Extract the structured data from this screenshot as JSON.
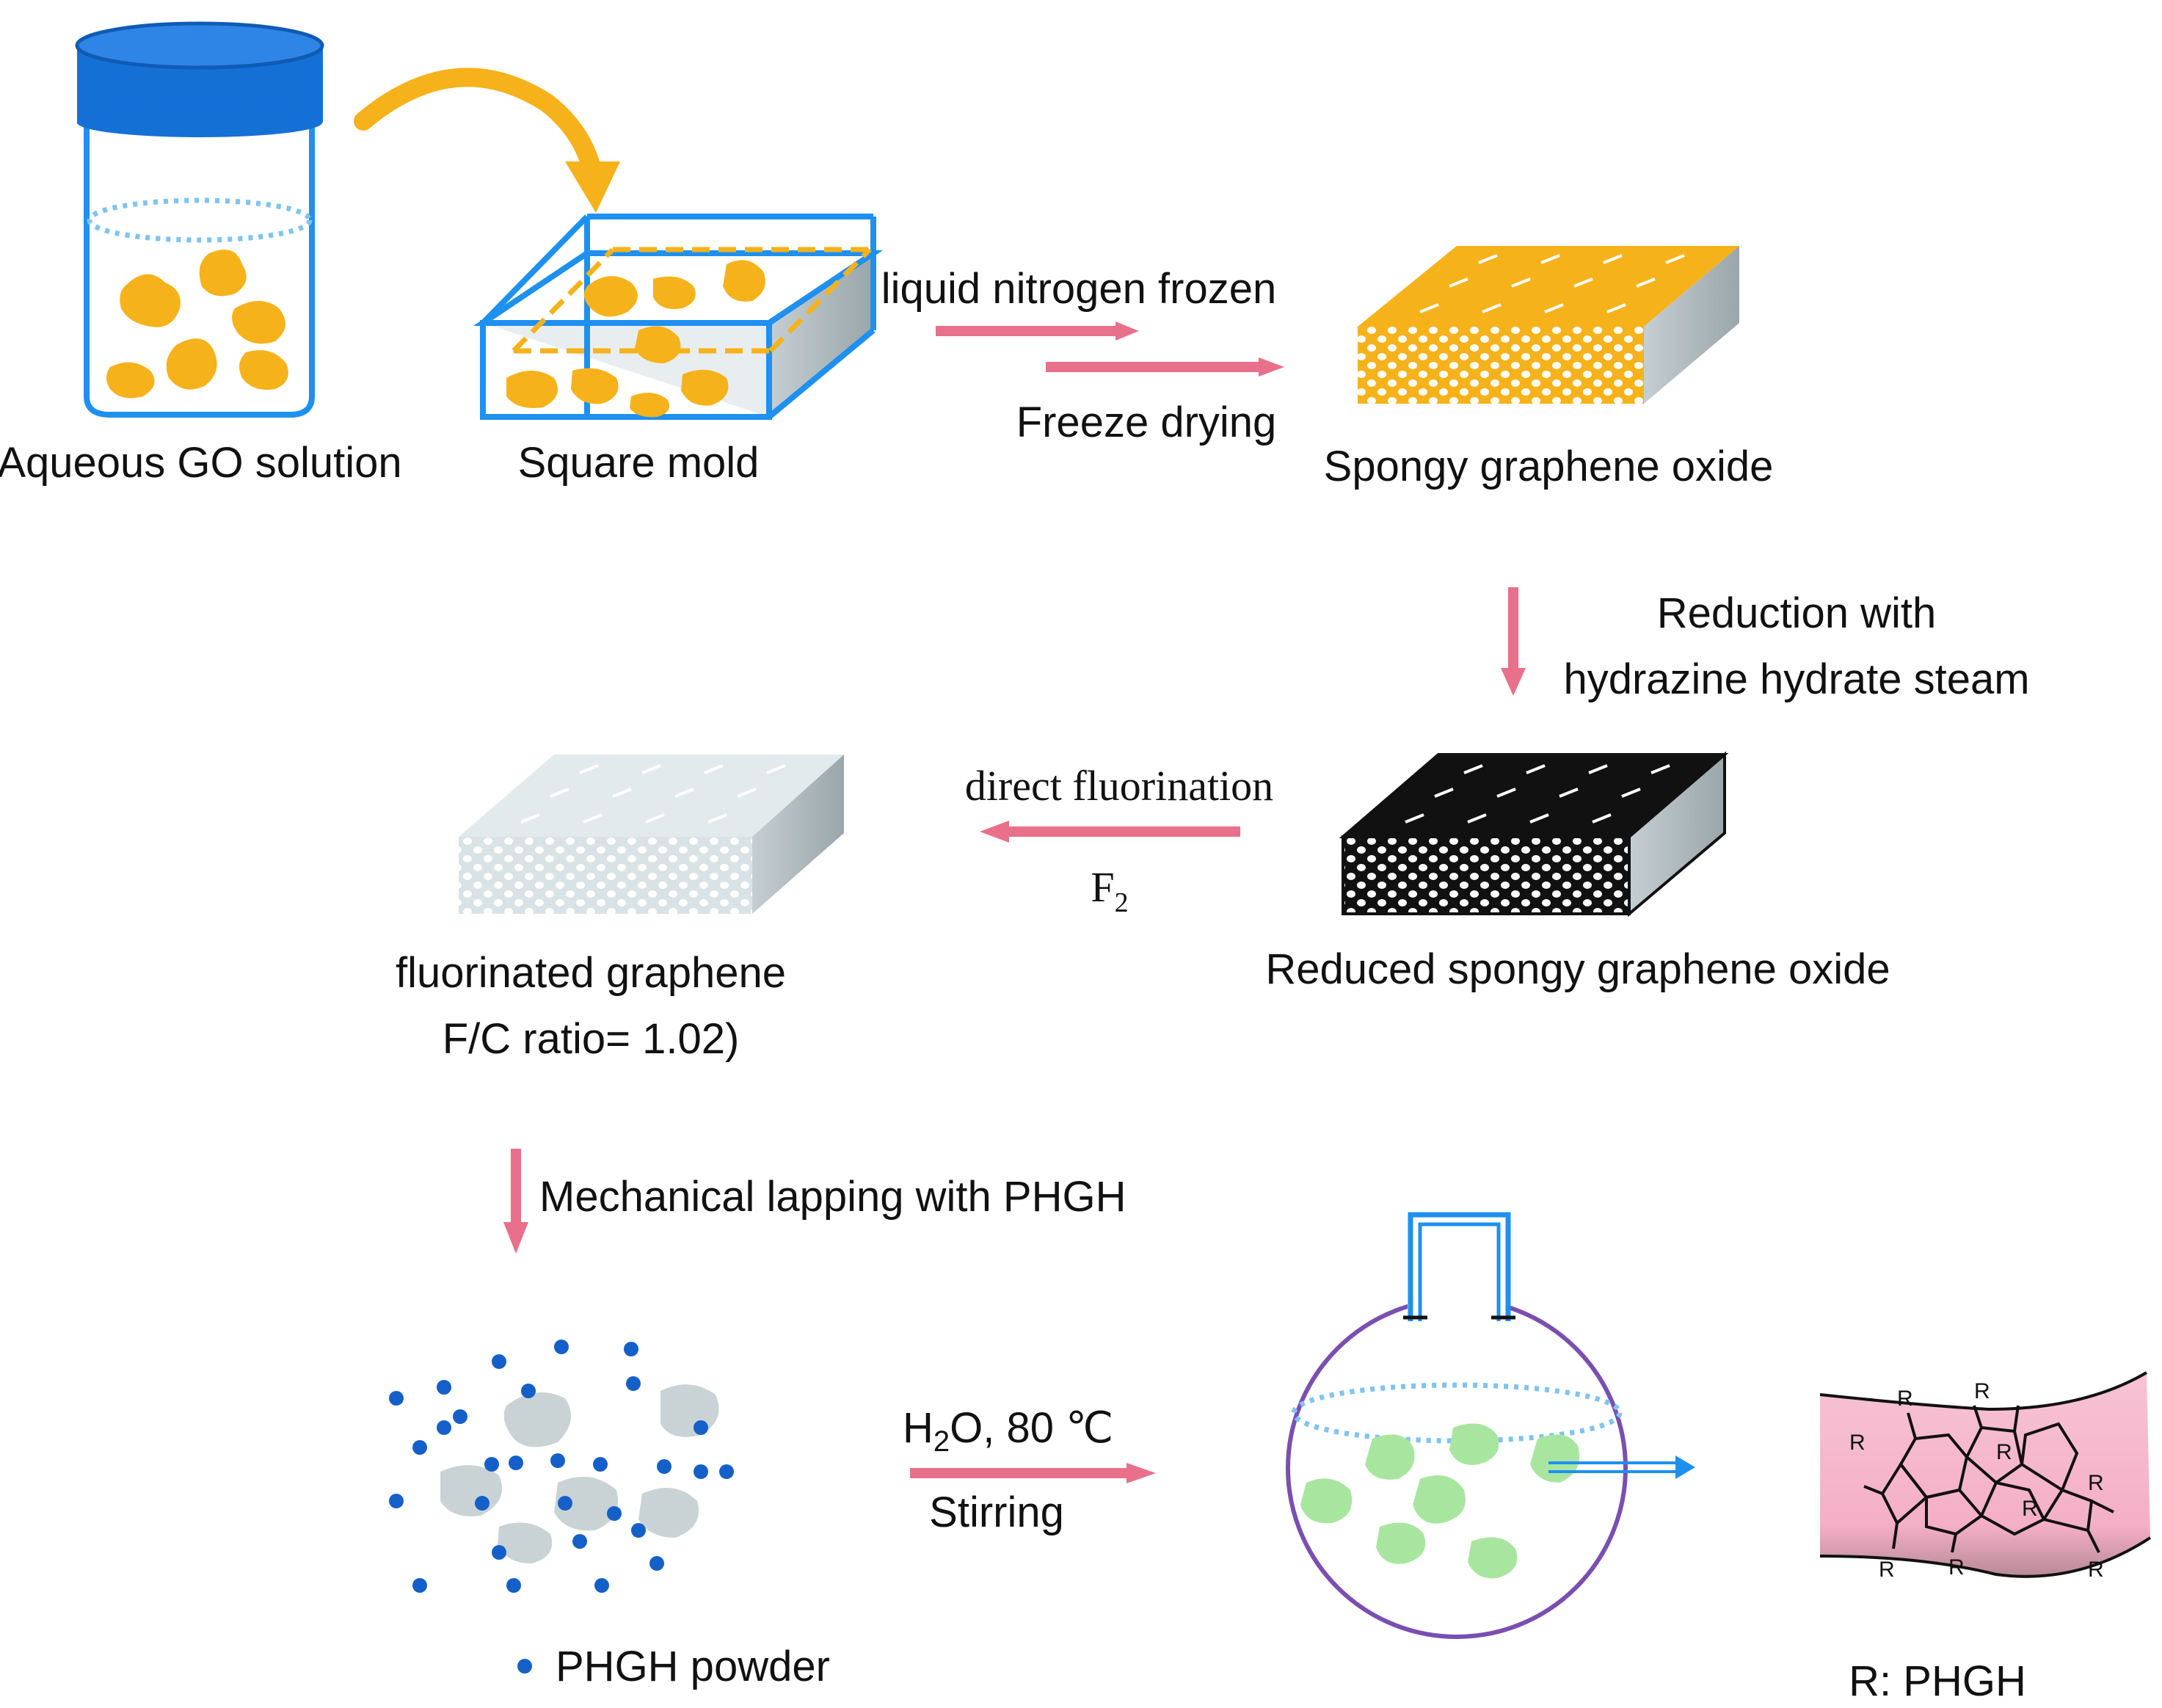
{
  "labels": {
    "aqueous_go": "Aqueous GO solution",
    "square_mold": "Square mold",
    "spongy_go": "Spongy graphene oxide",
    "reduced_spongy_go": "Reduced spongy graphene oxide",
    "fluorinated_line1": "fluorinated graphene",
    "fluorinated_line2": "F/C ratio= 1.02)",
    "phgh_powder": "PHGH powder",
    "r_phgh": "R: PHGH"
  },
  "steps": {
    "liquid_nitrogen": "liquid nitrogen frozen",
    "freeze_drying": "Freeze drying",
    "reduction_line1": "Reduction with",
    "reduction_line2": "hydrazine hydrate steam",
    "direct_fluorination": "direct fluorination",
    "f2_base": "F",
    "f2_sub": "2",
    "mech_lapping": "Mechanical lapping with  PHGH",
    "h2o_h": "H",
    "h2o_sub": "2",
    "h2o_rest": "O, 80 ℃",
    "stirring": "Stirring"
  },
  "structure": {
    "r_symbol": "R"
  },
  "colors": {
    "go_orange": "#F6B21B",
    "mold_blue": "#1E90F0",
    "cap_blue": "#1570D6",
    "arrow_pink": "#E8708A",
    "green_flake": "#A8E6A0",
    "grey_flake": "#C9D3D6",
    "dot_blue": "#1560C8",
    "sheet_pink": "#F4AFC6"
  }
}
